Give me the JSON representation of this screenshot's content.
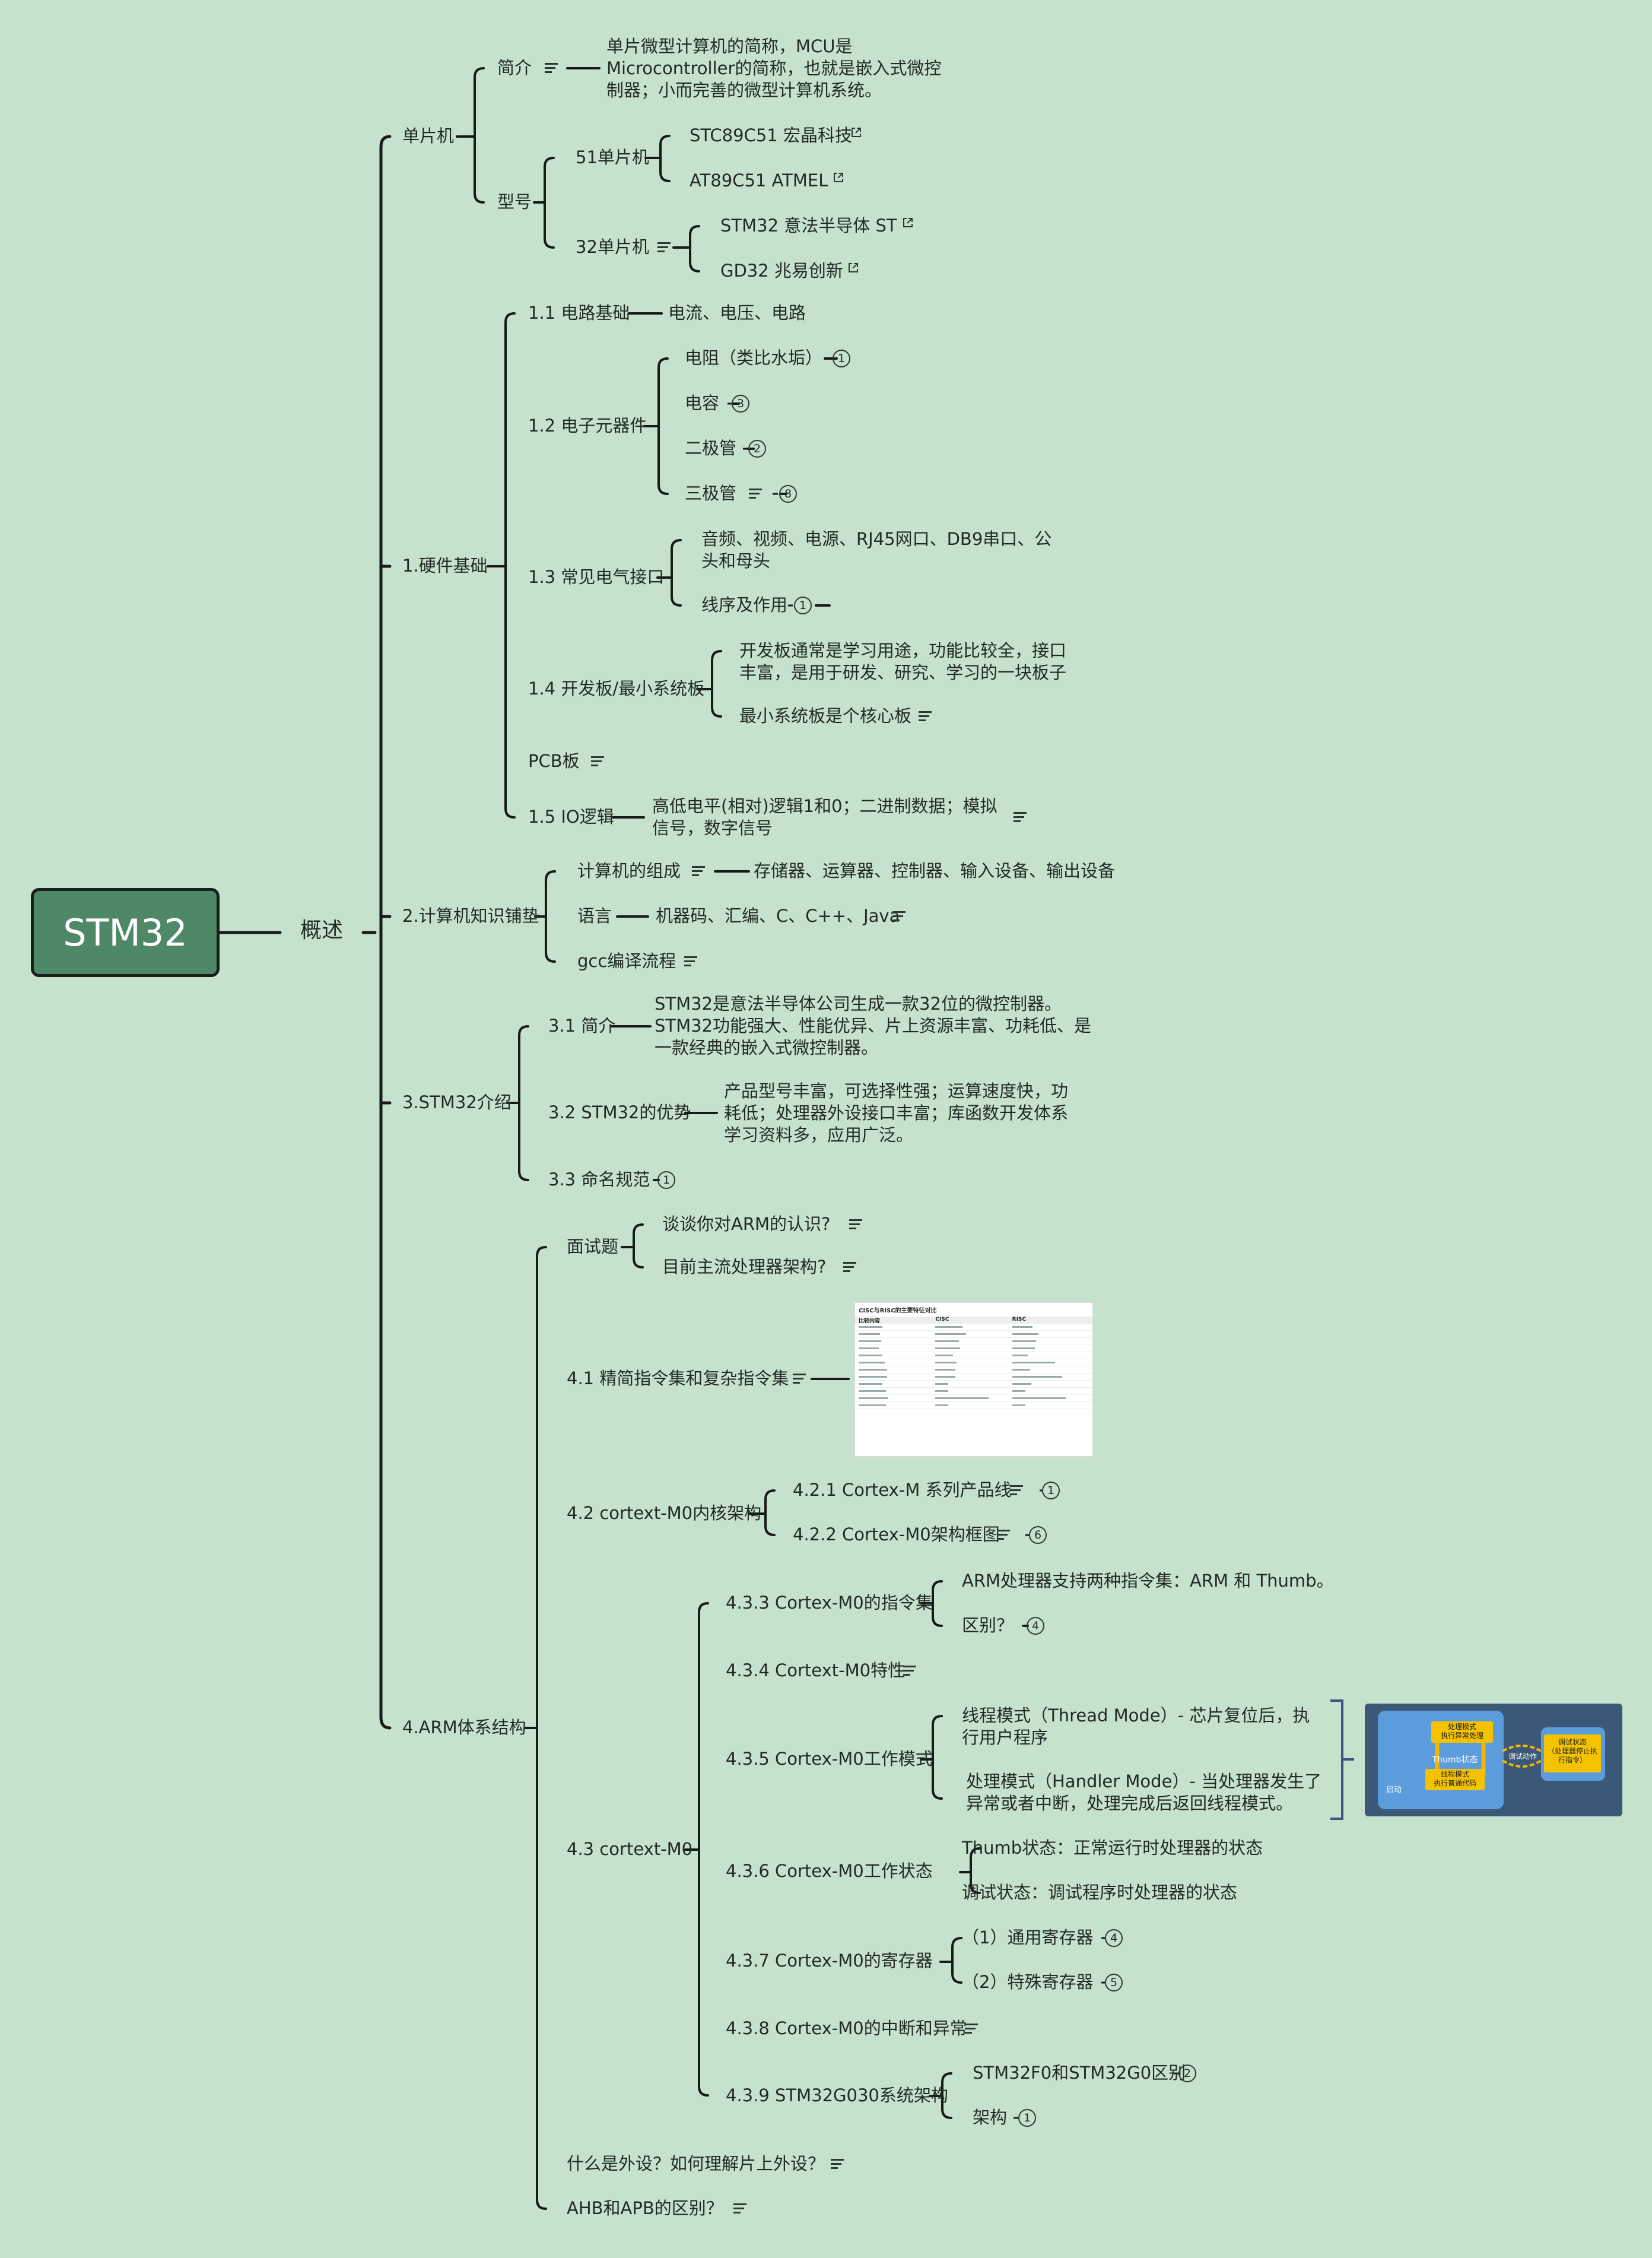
{
  "root": "STM32",
  "l1": "概述",
  "b": {
    "mcu": "单片机",
    "hw": "1.硬件基础",
    "cs": "2.计算机知识铺垫",
    "stm": "3.STM32介绍",
    "arm": "4.ARM体系结构"
  },
  "mcu": {
    "intro": "简介",
    "intro_text": "单片微型计算机的简称，MCU是Microcontroller的简称，也就是嵌入式微控制器；小而完善的微型计算机系统。",
    "model": "型号",
    "m51": "51单片机",
    "stc": "STC89C51 宏晶科技",
    "at": "AT89C51 ATMEL",
    "m32": "32单片机",
    "st": "STM32 意法半导体 ST",
    "gd": "GD32 兆易创新"
  },
  "hw": {
    "c11": "1.1 电路基础",
    "c11t": "电流、电压、电路",
    "c12": "1.2 电子元器件",
    "r": "电阻（类比水垢）",
    "r_n": "1",
    "c": "电容",
    "c_n": "3",
    "d": "二极管",
    "d_n": "2",
    "t": "三极管",
    "t_n": "8",
    "c13": "1.3 常见电气接口",
    "c13a": "音频、视频、电源、RJ45网口、DB9串口、公头和母头",
    "c13b": "线序及作用",
    "c13b_n": "1",
    "c14": "1.4 开发板/最小系统板",
    "c14a": "开发板通常是学习用途，功能比较全，接口丰富，是用于研发、研究、学习的一块板子",
    "c14b": "最小系统板是个核心板",
    "pcb": "PCB板",
    "c15": "1.5 IO逻辑",
    "c15t": "高低电平(相对)逻辑1和0；二进制数据；模拟信号，数字信号"
  },
  "cs": {
    "comp": "计算机的组成",
    "comp_t": "存储器、运算器、控制器、输入设备、输出设备",
    "lang": "语言",
    "lang_t": "机器码、汇编、C、C++、Java",
    "gcc": "gcc编译流程"
  },
  "stm": {
    "s31": "3.1 简介",
    "s31t": "STM32是意法半导体公司生成一款32位的微控制器。STM32功能强大、性能优异、片上资源丰富、功耗低、是一款经典的嵌入式微控制器。",
    "s32": "3.2 STM32的优势",
    "s32t": "产品型号丰富，可选择性强；运算速度快，功耗低；处理器外设接口丰富；库函数开发体系学习资料多，应用广泛。",
    "s33": "3.3 命名规范",
    "s33_n": "1"
  },
  "arm": {
    "iv": "面试题",
    "iv1": "谈谈你对ARM的认识?",
    "iv2": "目前主流处理器架构?",
    "a41": "4.1 精简指令集和复杂指令集",
    "a42": "4.2 cortext-M0内核架构",
    "a421": "4.2.1 Cortex-M 系列产品线",
    "a421_n": "1",
    "a422": "4.2.2 Cortex-M0架构框图",
    "a422_n": "6",
    "a43": "4.3 cortext-M0",
    "a433": "4.3.3 Cortex-M0的指令集",
    "a433a": "ARM处理器支持两种指令集：ARM 和 Thumb。",
    "a433b": "区别？",
    "a433b_n": "4",
    "a434": "4.3.4 Cortext-M0特性",
    "a435": "4.3.5 Cortex-M0工作模式",
    "a435a": "线程模式（Thread Mode）- 芯片复位后，执行用户程序",
    "a435b": "处理模式（Handler Mode）- 当处理器发生了异常或者中断，处理完成后返回线程模式。",
    "a436": "4.3.6 Cortex-M0工作状态",
    "a436a": "Thumb状态：正常运行时处理器的状态",
    "a436b": "调试状态：调试程序时处理器的状态",
    "a437": "4.3.7  Cortex-M0的寄存器",
    "a437a": "（1）通用寄存器",
    "a437a_n": "4",
    "a437b": "（2）特殊寄存器",
    "a437b_n": "5",
    "a438": "4.3.8 Cortex-M0的中断和异常",
    "a439": "4.3.9 STM32G030系统架构",
    "a439a": "STM32F0和STM32G0区别",
    "a439a_n": "2",
    "a439b": "架构",
    "a439b_n": "1",
    "per": "什么是外设？如何理解片上外设？",
    "bus": "AHB和APB的区别？"
  },
  "img_table": {
    "caption": "CISC与RISC的主要特征对比",
    "headers": [
      "比较内容",
      "CISC",
      "RISC"
    ]
  },
  "img_diagram": {
    "start": "启动",
    "handler": "处理模式\n执行异常处理",
    "thumb": "Thumb状态",
    "thread": "线程模式\n执行普通代码",
    "debug_act": "调试动作",
    "debug": "调试状态\n（处理器停止执行指令）"
  },
  "colors": {
    "background": "#c7e2cc",
    "root_fill": "#4f8866",
    "line": "#1a1a1a"
  }
}
